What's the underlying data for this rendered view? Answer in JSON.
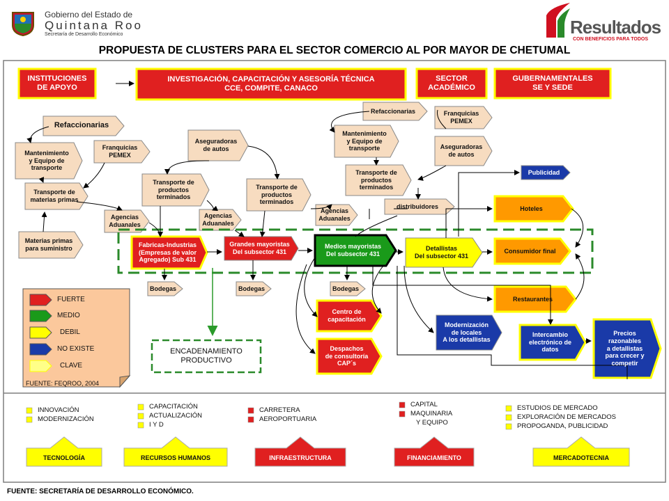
{
  "header": {
    "gov_line1": "Gobierno del Estado de",
    "gov_line2": "Quintana Roo",
    "gov_line3": "Secretaría de Desarrollo Económico",
    "brand": "Resultados",
    "brand_tagline": "CON BENEFICIOS PARA TODOS",
    "title": "PROPUESTA DE CLUSTERS PARA EL SECTOR COMERCIO AL POR MAYOR DE CHETUMAL"
  },
  "top_boxes": {
    "instituciones": [
      "INSTITUCIONES",
      "DE APOYO"
    ],
    "investigacion": [
      "INVESTIGACIÓN, CAPACITACIÓN Y ASESORÍA TÉCNICA",
      "CCE, COMPITE, CANACO"
    ],
    "sector": [
      "SECTOR",
      "ACADÉMICO"
    ],
    "gubernamentales": [
      "GUBERNAMENTALES",
      "SE Y SEDE"
    ]
  },
  "nodes": {
    "refacc_l": [
      "Refaccionarias"
    ],
    "mant_l": [
      "Mantenimiento",
      "y Equipo de",
      "transporte"
    ],
    "franq_l": [
      "Franquicias",
      "PEMEX"
    ],
    "transp_mp": [
      "Transporte de",
      "materias primas"
    ],
    "materias": [
      "Materias primas",
      "para suministro"
    ],
    "agencias_1": [
      "Agencias",
      "Aduanales"
    ],
    "aseg_mid": [
      "Aseguradoras",
      "de autos"
    ],
    "transp_pt1": [
      "Transporte de",
      "productos",
      "terminados"
    ],
    "transp_pt2": [
      "Transporte de",
      "productos",
      "terminados"
    ],
    "agencias_2": [
      "Agencias",
      "Aduanales"
    ],
    "agencias_3": [
      "Agencias",
      "Aduanales"
    ],
    "refacc_r": [
      "Refaccionarias"
    ],
    "mant_r": [
      "Mantenimiento",
      "y Equipo de",
      "transporte"
    ],
    "franq_r": [
      "Franquicias",
      "PEMEX"
    ],
    "aseg_r": [
      "Aseguradoras",
      "de autos"
    ],
    "transp_pt3": [
      "Transporte de",
      "productos",
      "terminados"
    ],
    "distribuidores": [
      "distribuidores"
    ],
    "publicidad": [
      "Publicidad"
    ],
    "hoteles": [
      "Hoteles"
    ],
    "fabricas": [
      "Fabricas-Industrias",
      "(Empresas de valor",
      "Agregado) Sub 431"
    ],
    "grandes": [
      "Grandes mayoristas",
      "Del subsector 431"
    ],
    "medios": [
      "Medios mayoristas",
      "Del subsector 431"
    ],
    "detallistas": [
      "Detallistas",
      "Del subsector 431"
    ],
    "consumidor": [
      "Consumidor final"
    ],
    "bodegas_1": [
      "Bodegas"
    ],
    "bodegas_2": [
      "Bodegas"
    ],
    "bodegas_3": [
      "Bodegas"
    ],
    "restaurantes": [
      "Restaurantes"
    ],
    "centro": [
      "Centro de",
      "capacitación"
    ],
    "despachos": [
      "Despachos",
      "de consultoría",
      "CAP´s"
    ],
    "modernizacion": [
      "Modernización",
      "de locales",
      "A los detallistas"
    ],
    "intercambio": [
      "Intercambio",
      "electrónico de",
      "datos"
    ],
    "precios": [
      "Precios",
      "razonables",
      "a detallistas",
      "para crecer y",
      "competir"
    ],
    "encadenamiento": [
      "ENCADENAMIENTO",
      "PRODUCTIVO"
    ]
  },
  "legend": {
    "items": [
      "FUERTE",
      "MEDIO",
      "DEBIL",
      "NO EXISTE",
      "CLAVE"
    ],
    "colors": [
      "#e02020",
      "#1a9a1a",
      "#ffff00",
      "#1a3aa8",
      "#ffff88"
    ],
    "source": "FUENTE: FEQROO, 2004"
  },
  "bottom": {
    "tecnologia": {
      "items": [
        "INNOVACIÓN",
        "MODERNIZACIÓN"
      ],
      "label": "TECNOLOGÍA"
    },
    "recursos": {
      "items": [
        "CAPACITACIÓN",
        "ACTUALIZACIÓN",
        "I Y D"
      ],
      "label": "RECURSOS HUMANOS"
    },
    "infra": {
      "items": [
        "CARRETERA",
        "AEROPORTUARIA"
      ],
      "label": "INFRAESTRUCTURA"
    },
    "financ": {
      "items": [
        "CAPITAL",
        "MAQUINARIA",
        "Y EQUIPO"
      ],
      "label": "FINANCIAMIENTO"
    },
    "mercad": {
      "items": [
        "ESTUDIOS DE MERCADO",
        "EXPLORACIÓN DE MERCADOS",
        "PROPOGANDA, PUBLICIDAD"
      ],
      "label": "MERCADOTECNIA"
    }
  },
  "footer": "FUENTE: SECRETARÍA DE DESARROLLO ECONÓMICO.",
  "colors": {
    "strong": "#e02020",
    "medium": "#1a9a1a",
    "weak": "#ffff00",
    "none": "#1a3aa8",
    "key": "#ffff88",
    "orange": "#ff9900",
    "tan": "#f7dcc0",
    "legend_bg": "#fbc89c",
    "frame": "#7f7f7f",
    "dashed": "#2a8a2a"
  }
}
